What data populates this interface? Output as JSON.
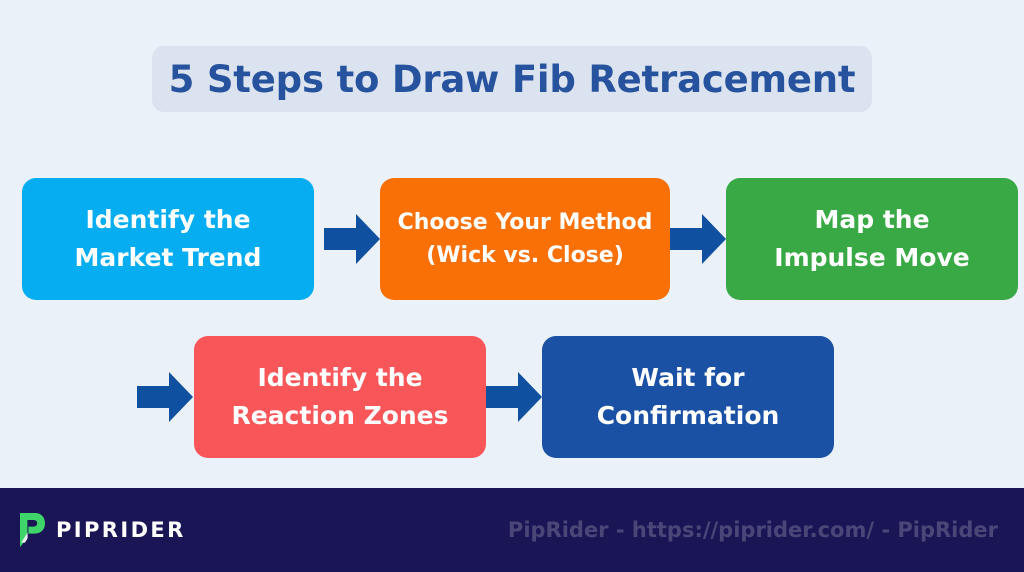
{
  "page": {
    "background_color": "#EAF1F9"
  },
  "title": {
    "text": "5 Steps to Draw Fib Retracement",
    "chip_color": "#DCE3F0",
    "text_color": "#27539E"
  },
  "flow": {
    "arrow_color": "#0F50A0",
    "rows": [
      {
        "steps": [
          {
            "line1": "Identify the",
            "line2": "Market Trend",
            "color": "#06ADF0",
            "name": "step-identify-the-market-trend"
          },
          {
            "line1": "Choose Your Method",
            "line2": "(Wick vs. Close)",
            "color": "#F97007",
            "name": "step-choose-your-method"
          },
          {
            "line1": "Map the",
            "line2": "Impulse Move",
            "color": "#38A945",
            "name": "step-map-the-impulse-move"
          }
        ]
      },
      {
        "steps": [
          {
            "line1": "Identify the",
            "line2": "Reaction Zones",
            "color": "#F9565A",
            "name": "step-identify-the-reaction-zones"
          },
          {
            "line1": "Wait for",
            "line2": "Confirmation",
            "color": "#1B51A4",
            "name": "step-wait-for-confirmation"
          }
        ]
      }
    ]
  },
  "footer": {
    "background_color": "#1A1656",
    "brand_name": "PIPRIDER",
    "logo_icon": "piprider-p-mark-icon",
    "logo_color": "#3FD469",
    "caption": "PipRider - https://piprider.com/ - PipRider",
    "caption_color": "#4A4778"
  }
}
